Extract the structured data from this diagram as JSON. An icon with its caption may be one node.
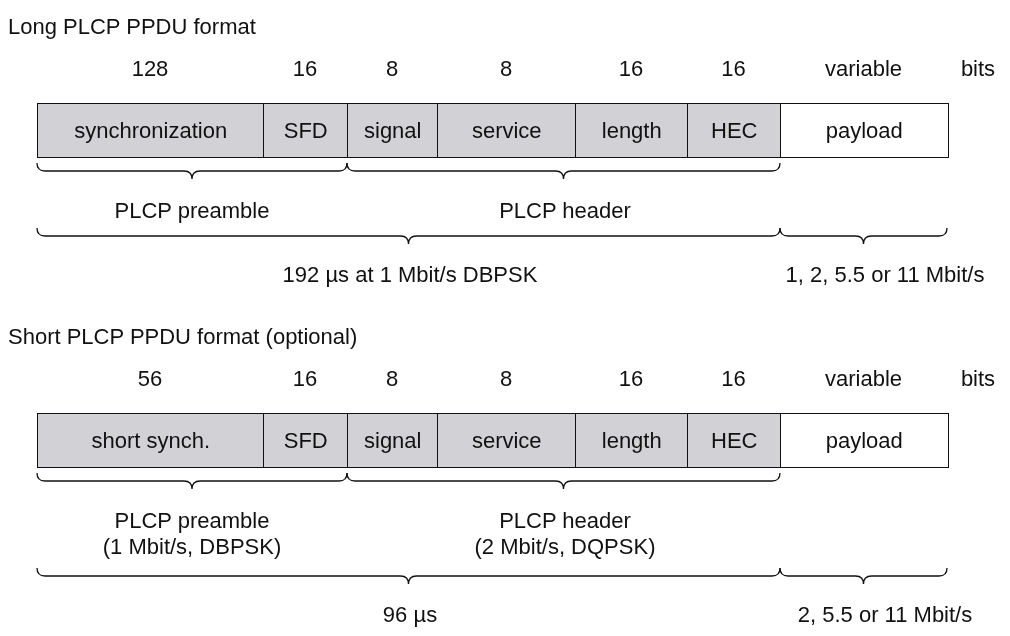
{
  "diagram": {
    "nodes": [
      {
        "text": [
          "synchronization"
        ]
      },
      {
        "text": [
          "SFD"
        ]
      },
      {
        "text": [
          "signal"
        ]
      },
      {
        "text": [
          "service"
        ]
      },
      {
        "text": [
          "length"
        ]
      },
      {
        "text": [
          "HEC"
        ]
      },
      {
        "text": [
          "payload"
        ]
      },
      {
        "text": [
          "short synch."
        ]
      },
      {
        "text": [
          "SFD"
        ]
      },
      {
        "text": [
          "signal"
        ]
      },
      {
        "text": [
          "service"
        ]
      },
      {
        "text": [
          "length"
        ]
      },
      {
        "text": [
          "HEC"
        ]
      },
      {
        "text": [
          "payload"
        ]
      }
    ],
    "labels": [
      "Long PLCP PPDU format",
      "128",
      "16",
      "8",
      "8",
      "16",
      "16",
      "variable",
      "bits",
      "PLCP preamble",
      "PLCP header",
      "192 µs at 1 Mbit/s DBPSK",
      "1, 2, 5.5 or 11 Mbit/s",
      "Short PLCP PPDU format (optional)",
      "56",
      "16",
      "8",
      "8",
      "16",
      "16",
      "variable",
      "bits",
      "PLCP preamble (1 Mbit/s, DBPSK)",
      "PLCP header (2 Mbit/s, DQPSK)",
      "96 µs",
      "2, 5.5 or 11 Mbit/s"
    ]
  }
}
